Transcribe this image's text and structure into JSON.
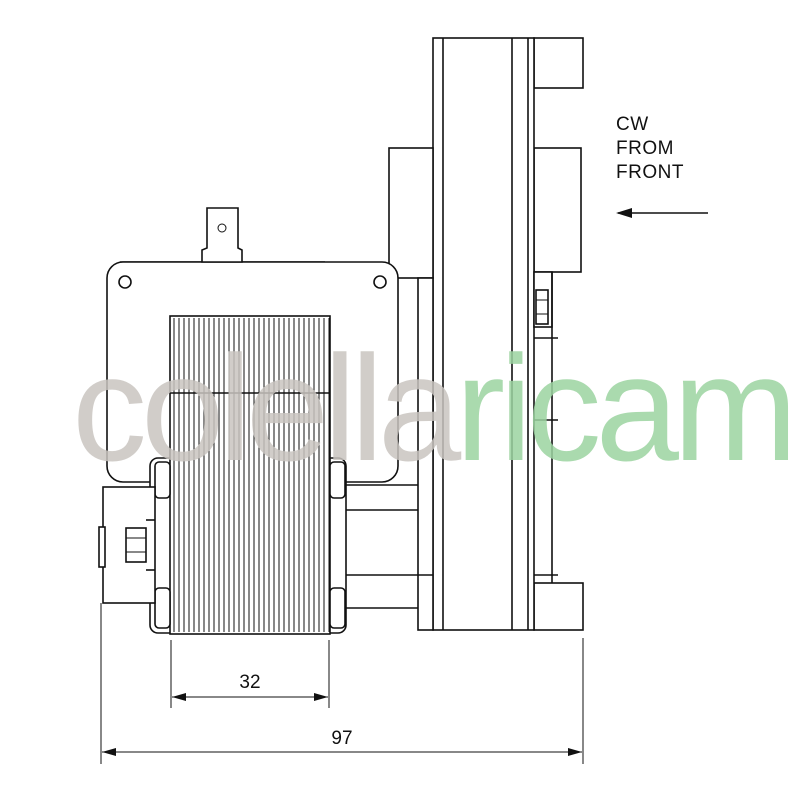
{
  "note": {
    "lines": [
      "CW",
      "FROM",
      "FRONT"
    ]
  },
  "dimensions": {
    "inner": "32",
    "overall": "97"
  },
  "watermark": {
    "part1": "colella",
    "part2": "ricambi",
    "part3": ".",
    "part4": ".",
    "color_gray": "#c9c4c0",
    "color_green": "#9bd3a0",
    "color_red": "#ef9aa3"
  }
}
